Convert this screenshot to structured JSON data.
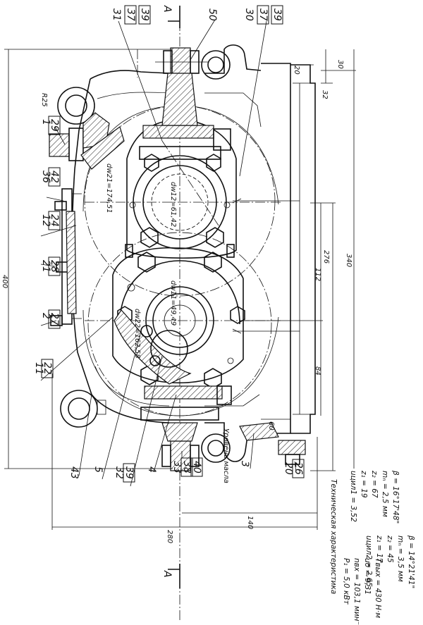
{
  "section_marks": [
    "A",
    "A"
  ],
  "tech_title": "Техническая характеристика",
  "specs_main": [
    "P₁ = 5,0  кВт",
    "nвх = 103,1 мин⁻¹",
    "uо = 9,31",
    "Tвых = 430  Н·м"
  ],
  "specs_stage1": [
    "uцил1 = 3,52",
    "z₁ = 19",
    "z₂ = 67",
    "mₙ = 2,5   мм",
    "β = 16°17'48\""
  ],
  "specs_stage2": [
    "uцил2 = 2,65",
    "z₁ = 17",
    "z₂ = 45",
    "mₙ = 3,5   мм",
    "β = 14°21'41\""
  ],
  "dimensions": {
    "d400": "400",
    "d280": "280",
    "d140": "140",
    "d340": "340",
    "d276": "276",
    "d112": "112",
    "d84": "84",
    "d60": "60",
    "d32": "32",
    "d30": "30",
    "d20": "20",
    "r25": "R25",
    "dw21": "dw21=174,51",
    "dw12": "dw12=61,42",
    "dw11": "dw11=49,49",
    "dw22": "dw22=162,58"
  },
  "oil_level": "Уровень масла",
  "position_labels": [
    {
      "n": "31",
      "boxed": false
    },
    {
      "n": "37",
      "boxed": true
    },
    {
      "n": "39",
      "boxed": true
    },
    {
      "n": "50",
      "boxed": false
    },
    {
      "n": "30",
      "boxed": false
    },
    {
      "n": "37",
      "boxed": true
    },
    {
      "n": "39",
      "boxed": true
    },
    {
      "n": "1",
      "boxed": false
    },
    {
      "n": "29",
      "boxed": true
    },
    {
      "n": "36",
      "boxed": false
    },
    {
      "n": "42",
      "boxed": true
    },
    {
      "n": "12",
      "boxed": false
    },
    {
      "n": "24",
      "boxed": true
    },
    {
      "n": "21",
      "boxed": false
    },
    {
      "n": "28",
      "boxed": true
    },
    {
      "n": "2",
      "boxed": false
    },
    {
      "n": "27",
      "boxed": true
    },
    {
      "n": "11",
      "boxed": false
    },
    {
      "n": "22",
      "boxed": true
    },
    {
      "n": "43",
      "boxed": false
    },
    {
      "n": "5",
      "boxed": false
    },
    {
      "n": "32",
      "boxed": false
    },
    {
      "n": "39",
      "boxed": true
    },
    {
      "n": "4",
      "boxed": false
    },
    {
      "n": "33",
      "boxed": false
    },
    {
      "n": "38",
      "boxed": true
    },
    {
      "n": "40",
      "boxed": true
    },
    {
      "n": "3",
      "boxed": false
    },
    {
      "n": "20",
      "boxed": false
    },
    {
      "n": "26",
      "boxed": true
    }
  ]
}
